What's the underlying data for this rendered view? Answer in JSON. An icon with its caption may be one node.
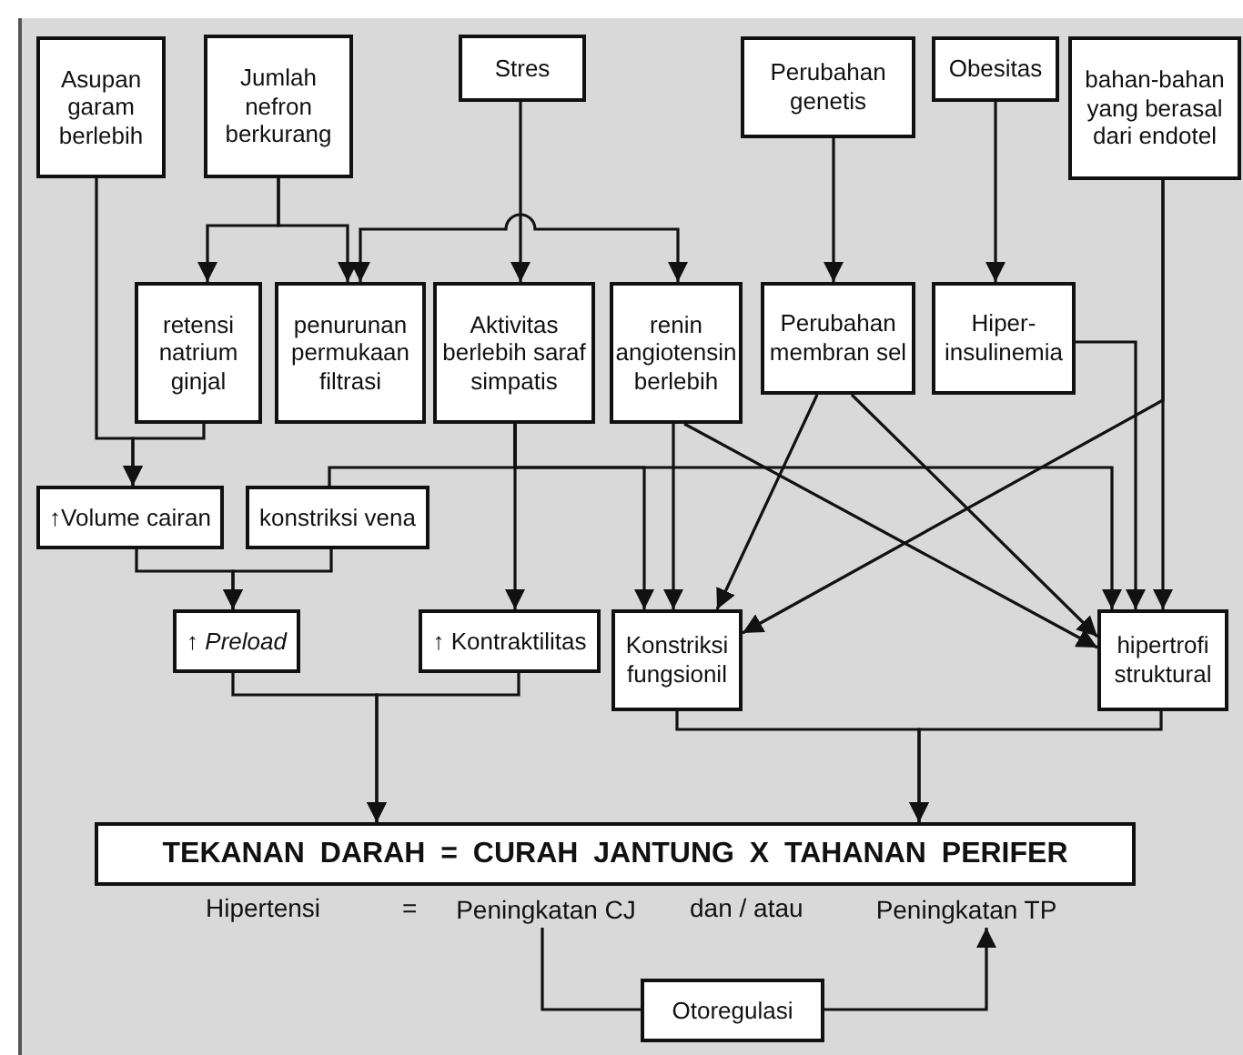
{
  "diagram": {
    "nodes": [
      {
        "text": [
          "Asupan garam berlebih"
        ]
      },
      {
        "text": [
          "Jumlah nefron berkurang"
        ]
      },
      {
        "text": [
          "Stres"
        ]
      },
      {
        "text": [
          "Perubahan genetis"
        ]
      },
      {
        "text": [
          "Obesitas"
        ]
      },
      {
        "text": [
          "bahan-bahan yang berasal dari endotel"
        ]
      },
      {
        "text": [
          "retensi natrium ginjal"
        ]
      },
      {
        "text": [
          "penurunan permukaan filtrasi"
        ]
      },
      {
        "text": [
          "Aktivitas berlebih saraf simpatis"
        ]
      },
      {
        "text": [
          "renin angiotensin berlebih"
        ]
      },
      {
        "text": [
          "Perubahan membran sel"
        ]
      },
      {
        "text": [
          "Hiper-insulinemia"
        ]
      },
      {
        "text": [
          "↑Volume cairan"
        ]
      },
      {
        "text": [
          "konstriksi vena"
        ]
      },
      {
        "text": [
          "↑ *Preload*"
        ]
      },
      {
        "text": [
          "↑ Kontraktilitas"
        ]
      },
      {
        "text": [
          "Konstriksi fungsionil"
        ]
      },
      {
        "text": [
          "hipertrofi struktural"
        ]
      },
      {
        "text": [
          "TEKANAN DARAH = CURAH JANTUNG X TAHANAN PERIFER"
        ]
      },
      {
        "text": [
          "Peningkatan CJ"
        ]
      },
      {
        "text": [
          "Peningkatan TP"
        ]
      },
      {
        "text": [
          "Otoregulasi"
        ]
      }
    ],
    "edges": [
      {
        "from": 0,
        "to": 12,
        "arrow": "to"
      },
      {
        "from": 6,
        "to": 12,
        "arrow": "to"
      },
      {
        "from": 1,
        "to": 6,
        "arrow": "to"
      },
      {
        "from": 1,
        "to": 7,
        "arrow": "to"
      },
      {
        "from": 7,
        "to": 9,
        "arrow": "both"
      },
      {
        "from": 2,
        "to": 8,
        "arrow": "to"
      },
      {
        "from": 3,
        "to": 10,
        "arrow": "to"
      },
      {
        "from": 4,
        "to": 11,
        "arrow": "to"
      },
      {
        "from": 8,
        "to": 15,
        "arrow": "to"
      },
      {
        "from": 8,
        "to": 13,
        "arrow": "none"
      },
      {
        "from": 8,
        "to": 16,
        "arrow": "to"
      },
      {
        "from": 8,
        "to": 17,
        "arrow": "to"
      },
      {
        "from": 9,
        "to": 16,
        "arrow": "to"
      },
      {
        "from": 9,
        "to": 17,
        "arrow": "to"
      },
      {
        "from": 10,
        "to": 16,
        "arrow": "to"
      },
      {
        "from": 10,
        "to": 17,
        "arrow": "to"
      },
      {
        "from": 11,
        "to": 17,
        "arrow": "to"
      },
      {
        "from": 5,
        "to": 17,
        "arrow": "to"
      },
      {
        "from": 5,
        "to": 16,
        "arrow": "to"
      },
      {
        "from": 12,
        "to": 14,
        "arrow": "to"
      },
      {
        "from": 13,
        "to": 14,
        "arrow": "to"
      },
      {
        "from": 14,
        "to": 18,
        "arrow": "to"
      },
      {
        "from": 15,
        "to": 18,
        "arrow": "to"
      },
      {
        "from": 16,
        "to": 18,
        "arrow": "to"
      },
      {
        "from": 17,
        "to": 18,
        "arrow": "to"
      },
      {
        "from": 19,
        "to": 21,
        "arrow": "none"
      },
      {
        "from": 21,
        "to": 20,
        "arrow": "to"
      }
    ],
    "labels": [
      "Hipertensi",
      "=",
      "dan / atau"
    ]
  }
}
